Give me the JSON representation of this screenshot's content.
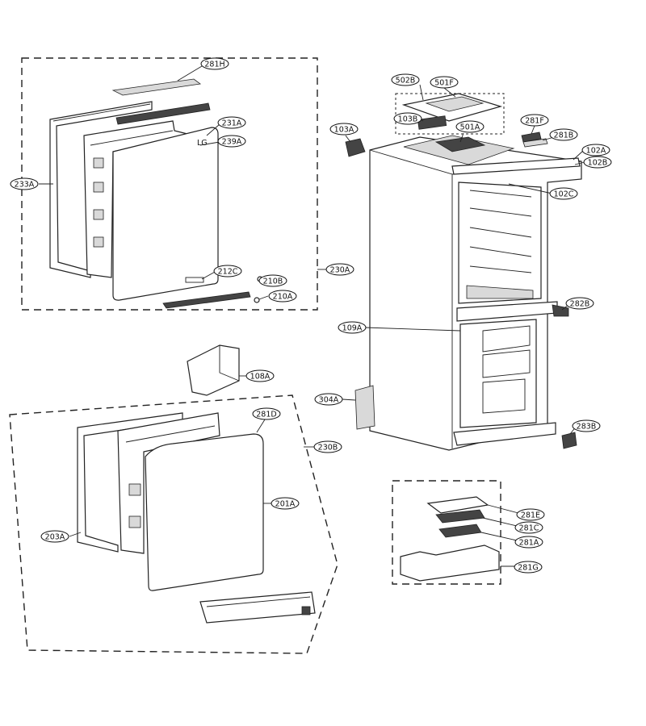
{
  "diagram": {
    "callouts": {
      "281H": "281H",
      "231A": "231A",
      "239A": "239A",
      "233A": "233A",
      "212C": "212C",
      "210B": "210B",
      "210A": "210A",
      "230A": "230A",
      "502B": "502B",
      "501F": "501F",
      "103B": "103B",
      "501A": "501A",
      "103A": "103A",
      "281F": "281F",
      "281B": "281B",
      "102A": "102A",
      "102B": "102B",
      "102C": "102C",
      "282B": "282B",
      "109A": "109A",
      "108A": "108A",
      "304A": "304A",
      "281D": "281D",
      "230B": "230B",
      "201A": "201A",
      "203A": "203A",
      "283B": "283B",
      "281E": "281E",
      "281C": "281C",
      "281A": "281A",
      "281G": "281G"
    },
    "logo_text": "LG"
  }
}
